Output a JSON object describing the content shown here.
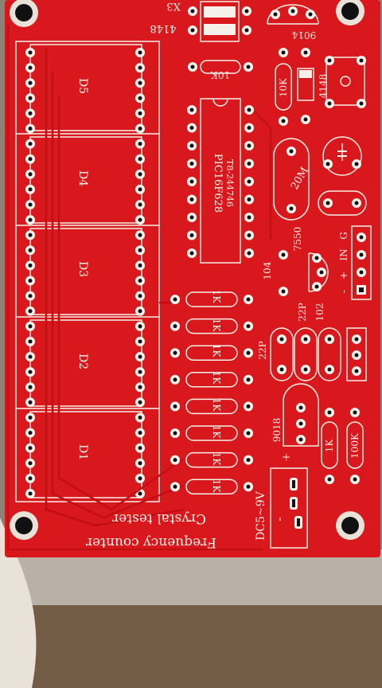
{
  "title_lines": [
    "Frequency counter",
    "Crystal tester"
  ],
  "power_label": "DC5~9V",
  "digits": [
    "D5",
    "D4",
    "D3",
    "D2",
    "D1"
  ],
  "ic_part": "PIC16F628",
  "ic_code": "T8-244746",
  "crystal_label": "X3",
  "diode_labels": [
    "4148",
    "4148"
  ],
  "transistor_labels": [
    "9014",
    "9018"
  ],
  "regulator_label": "7550",
  "resistor_labels": [
    "10K",
    "10K",
    "1K",
    "1K",
    "1K",
    "1K",
    "1K",
    "1K",
    "1K",
    "1K",
    "1K",
    "100K"
  ],
  "cap_labels": [
    "104",
    "22P",
    "22P",
    "102"
  ],
  "trimmer_label": "20M",
  "pin_labels": [
    "IN",
    "G"
  ],
  "polarity_marks": [
    "+",
    "-",
    "+",
    "-"
  ],
  "colors": {
    "board": "#d8181d",
    "board_dark": "#b50e14",
    "silkscreen": "#f4f1ea",
    "trace": "#c10f15",
    "hole": "#111111",
    "table": "#6f5a45"
  }
}
